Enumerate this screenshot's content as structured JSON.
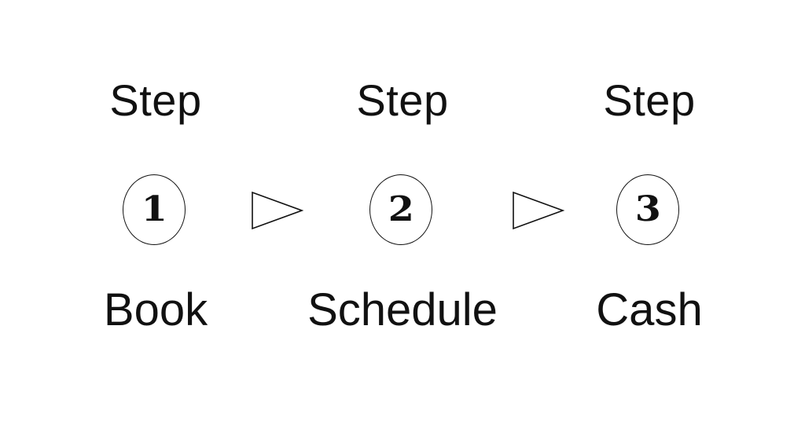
{
  "steps": [
    {
      "heading": "Step",
      "number": "1",
      "label": "Book"
    },
    {
      "heading": "Step",
      "number": "2",
      "label": "Schedule"
    },
    {
      "heading": "Step",
      "number": "3",
      "label": "Cash"
    }
  ]
}
